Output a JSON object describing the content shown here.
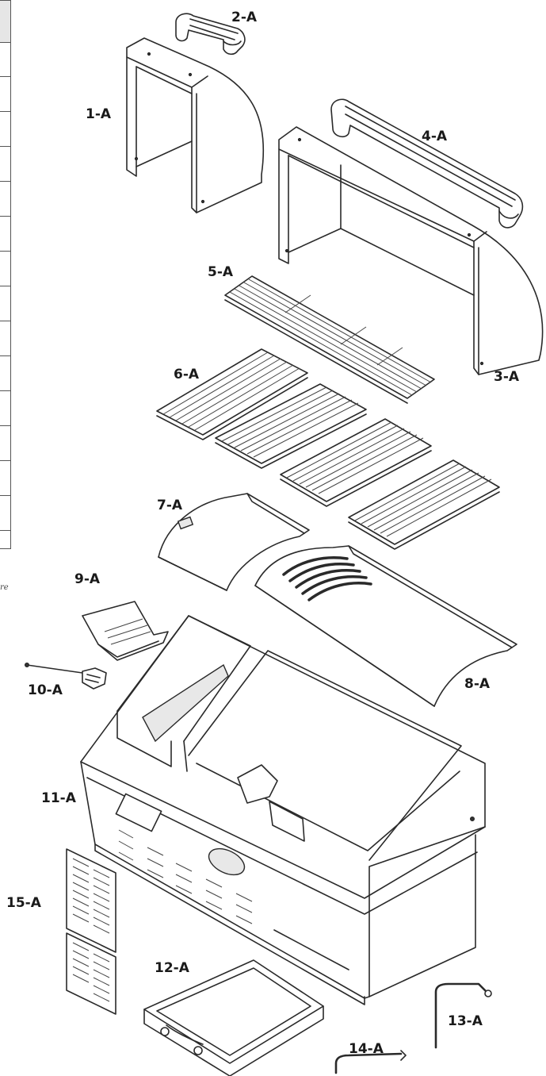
{
  "table_fragment": {
    "note": "re"
  },
  "parts": [
    {
      "id": "1-A"
    },
    {
      "id": "2-A"
    },
    {
      "id": "3-A"
    },
    {
      "id": "4-A"
    },
    {
      "id": "5-A"
    },
    {
      "id": "6-A"
    },
    {
      "id": "7-A"
    },
    {
      "id": "8-A"
    },
    {
      "id": "9-A"
    },
    {
      "id": "10-A"
    },
    {
      "id": "11-A"
    },
    {
      "id": "12-A"
    },
    {
      "id": "13-A"
    },
    {
      "id": "14-A"
    },
    {
      "id": "15-A"
    }
  ]
}
